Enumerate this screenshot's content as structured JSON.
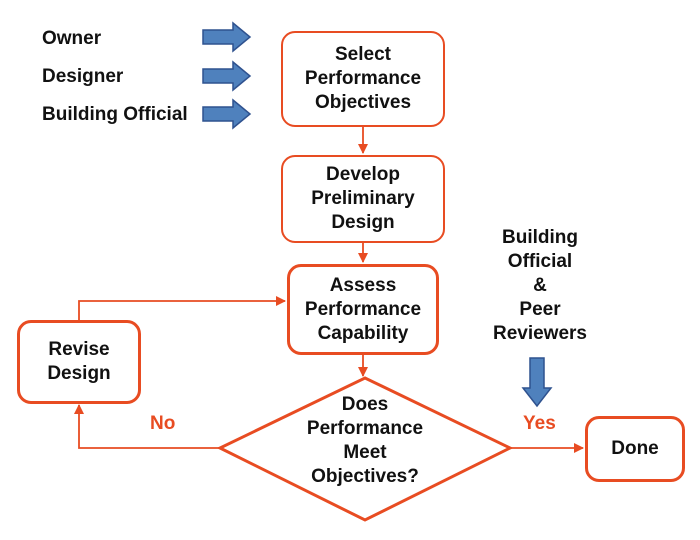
{
  "stakeholders": [
    "Owner",
    "Designer",
    "Building Official"
  ],
  "steps": {
    "select": "Select\nPerformance\nObjectives",
    "develop": "Develop\nPreliminary\nDesign",
    "assess": "Assess\nPerformance\nCapability",
    "revise": "Revise\nDesign",
    "decision": "Does\nPerformance\nMeet\nObjectives?",
    "done": "Done"
  },
  "branches": {
    "no": "No",
    "yes": "Yes"
  },
  "reviewers": "Building\nOfficial\n&\nPeer\nReviewers",
  "colors": {
    "flow": "#e84c22",
    "input_arrow": "#4f81bd",
    "input_arrow_edge": "#2f528f"
  }
}
